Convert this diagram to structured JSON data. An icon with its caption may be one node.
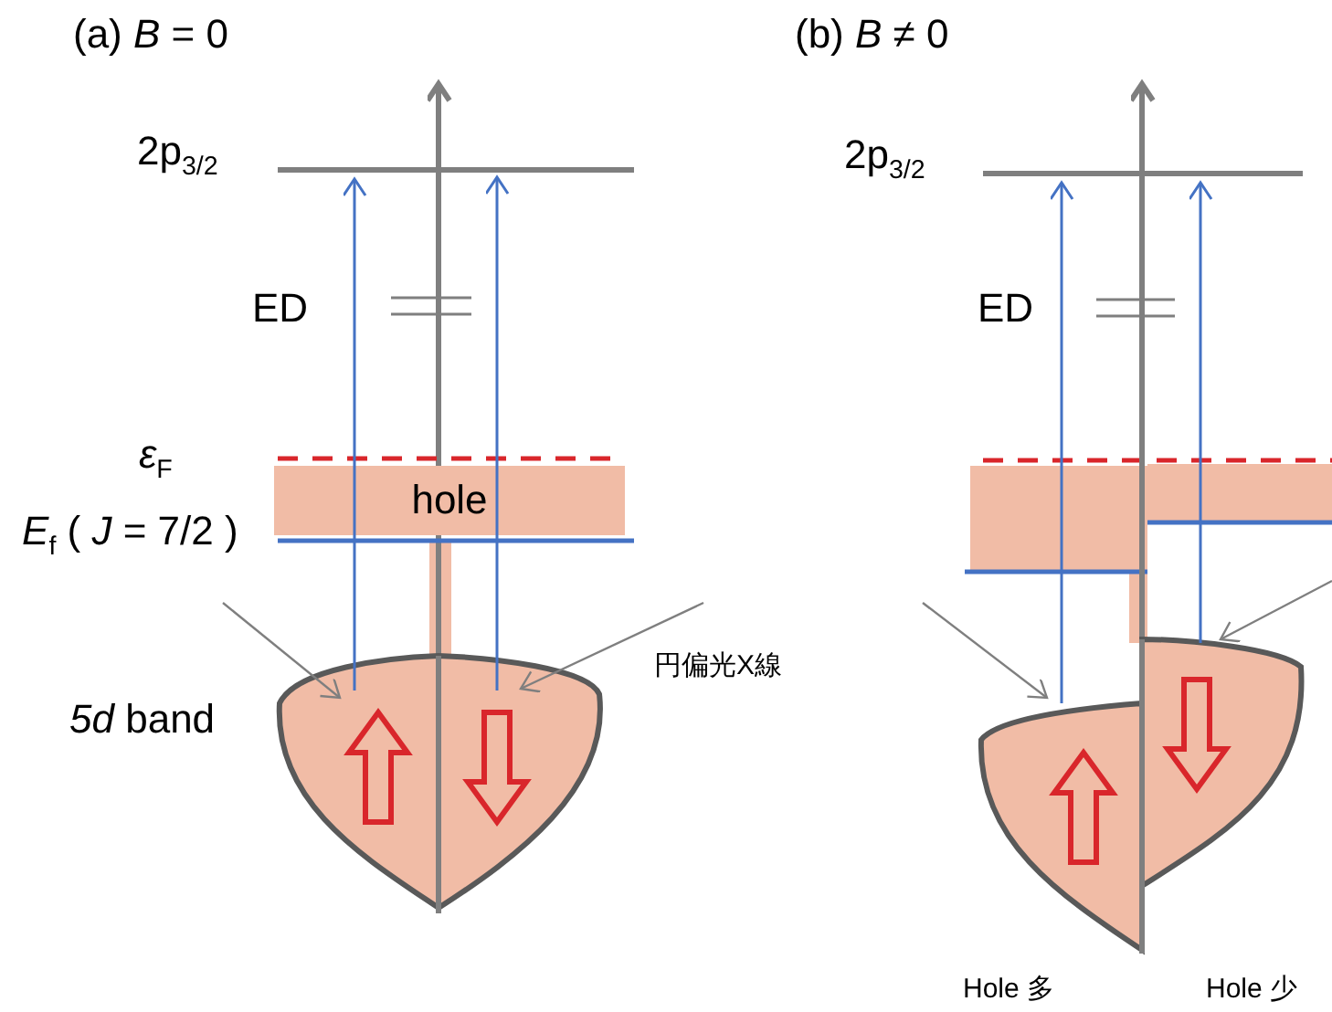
{
  "diagram": {
    "nodes": [
      {
        "text": [
          "hole"
        ]
      }
    ],
    "labels": [
      "(a) *B* = 0",
      "(b) *B* ≠ 0",
      "2p$_{3/2}$",
      "2p$_{3/2}$",
      "ED",
      "ED",
      "*ε*$_{F}$",
      "*E*$_{f}$ ( *J* = 7/2 )",
      "*5d* band",
      "円偏光X線",
      "Hole 多",
      "Hole 少"
    ]
  }
}
